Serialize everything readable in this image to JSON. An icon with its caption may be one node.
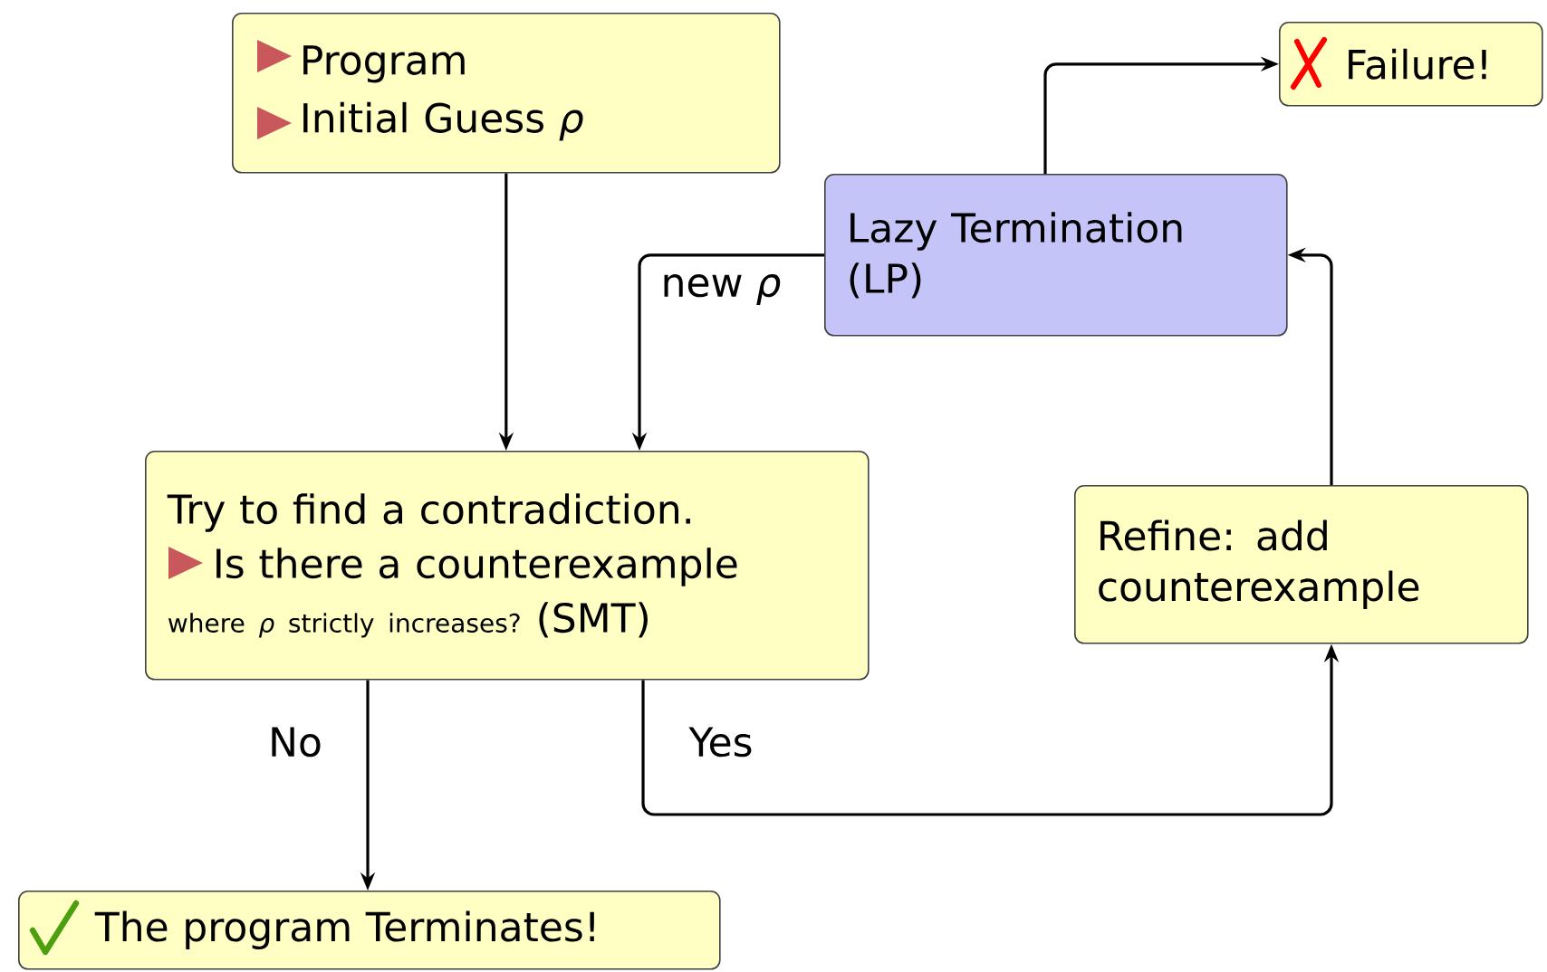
{
  "diagram": {
    "nodes": [
      {
        "text": [
          "Program",
          "Initial Guess *ρ*"
        ]
      },
      {
        "text": [
          "Lazy Termination (LP)"
        ]
      },
      {
        "text": [
          "Failure!"
        ]
      },
      {
        "text": [
          "Try to find a contradiction.",
          "Is there a counterexample",
          "where *ρ* strictly increases?",
          "(SMT)"
        ]
      },
      {
        "text": [
          "Refine: add counterexample"
        ]
      },
      {
        "text": [
          "The program Terminates!"
        ]
      }
    ],
    "edges": [
      {
        "from": 0,
        "to": 3,
        "arrow": "to"
      },
      {
        "from": 1,
        "to": 3,
        "arrow": "to",
        "label": "new *ρ*"
      },
      {
        "from": 1,
        "to": 2,
        "arrow": "to"
      },
      {
        "from": 3,
        "to": 5,
        "arrow": "to",
        "label": "No"
      },
      {
        "from": 3,
        "to": 4,
        "arrow": "to",
        "label": "Yes"
      },
      {
        "from": 4,
        "to": 1,
        "arrow": "to"
      }
    ]
  }
}
